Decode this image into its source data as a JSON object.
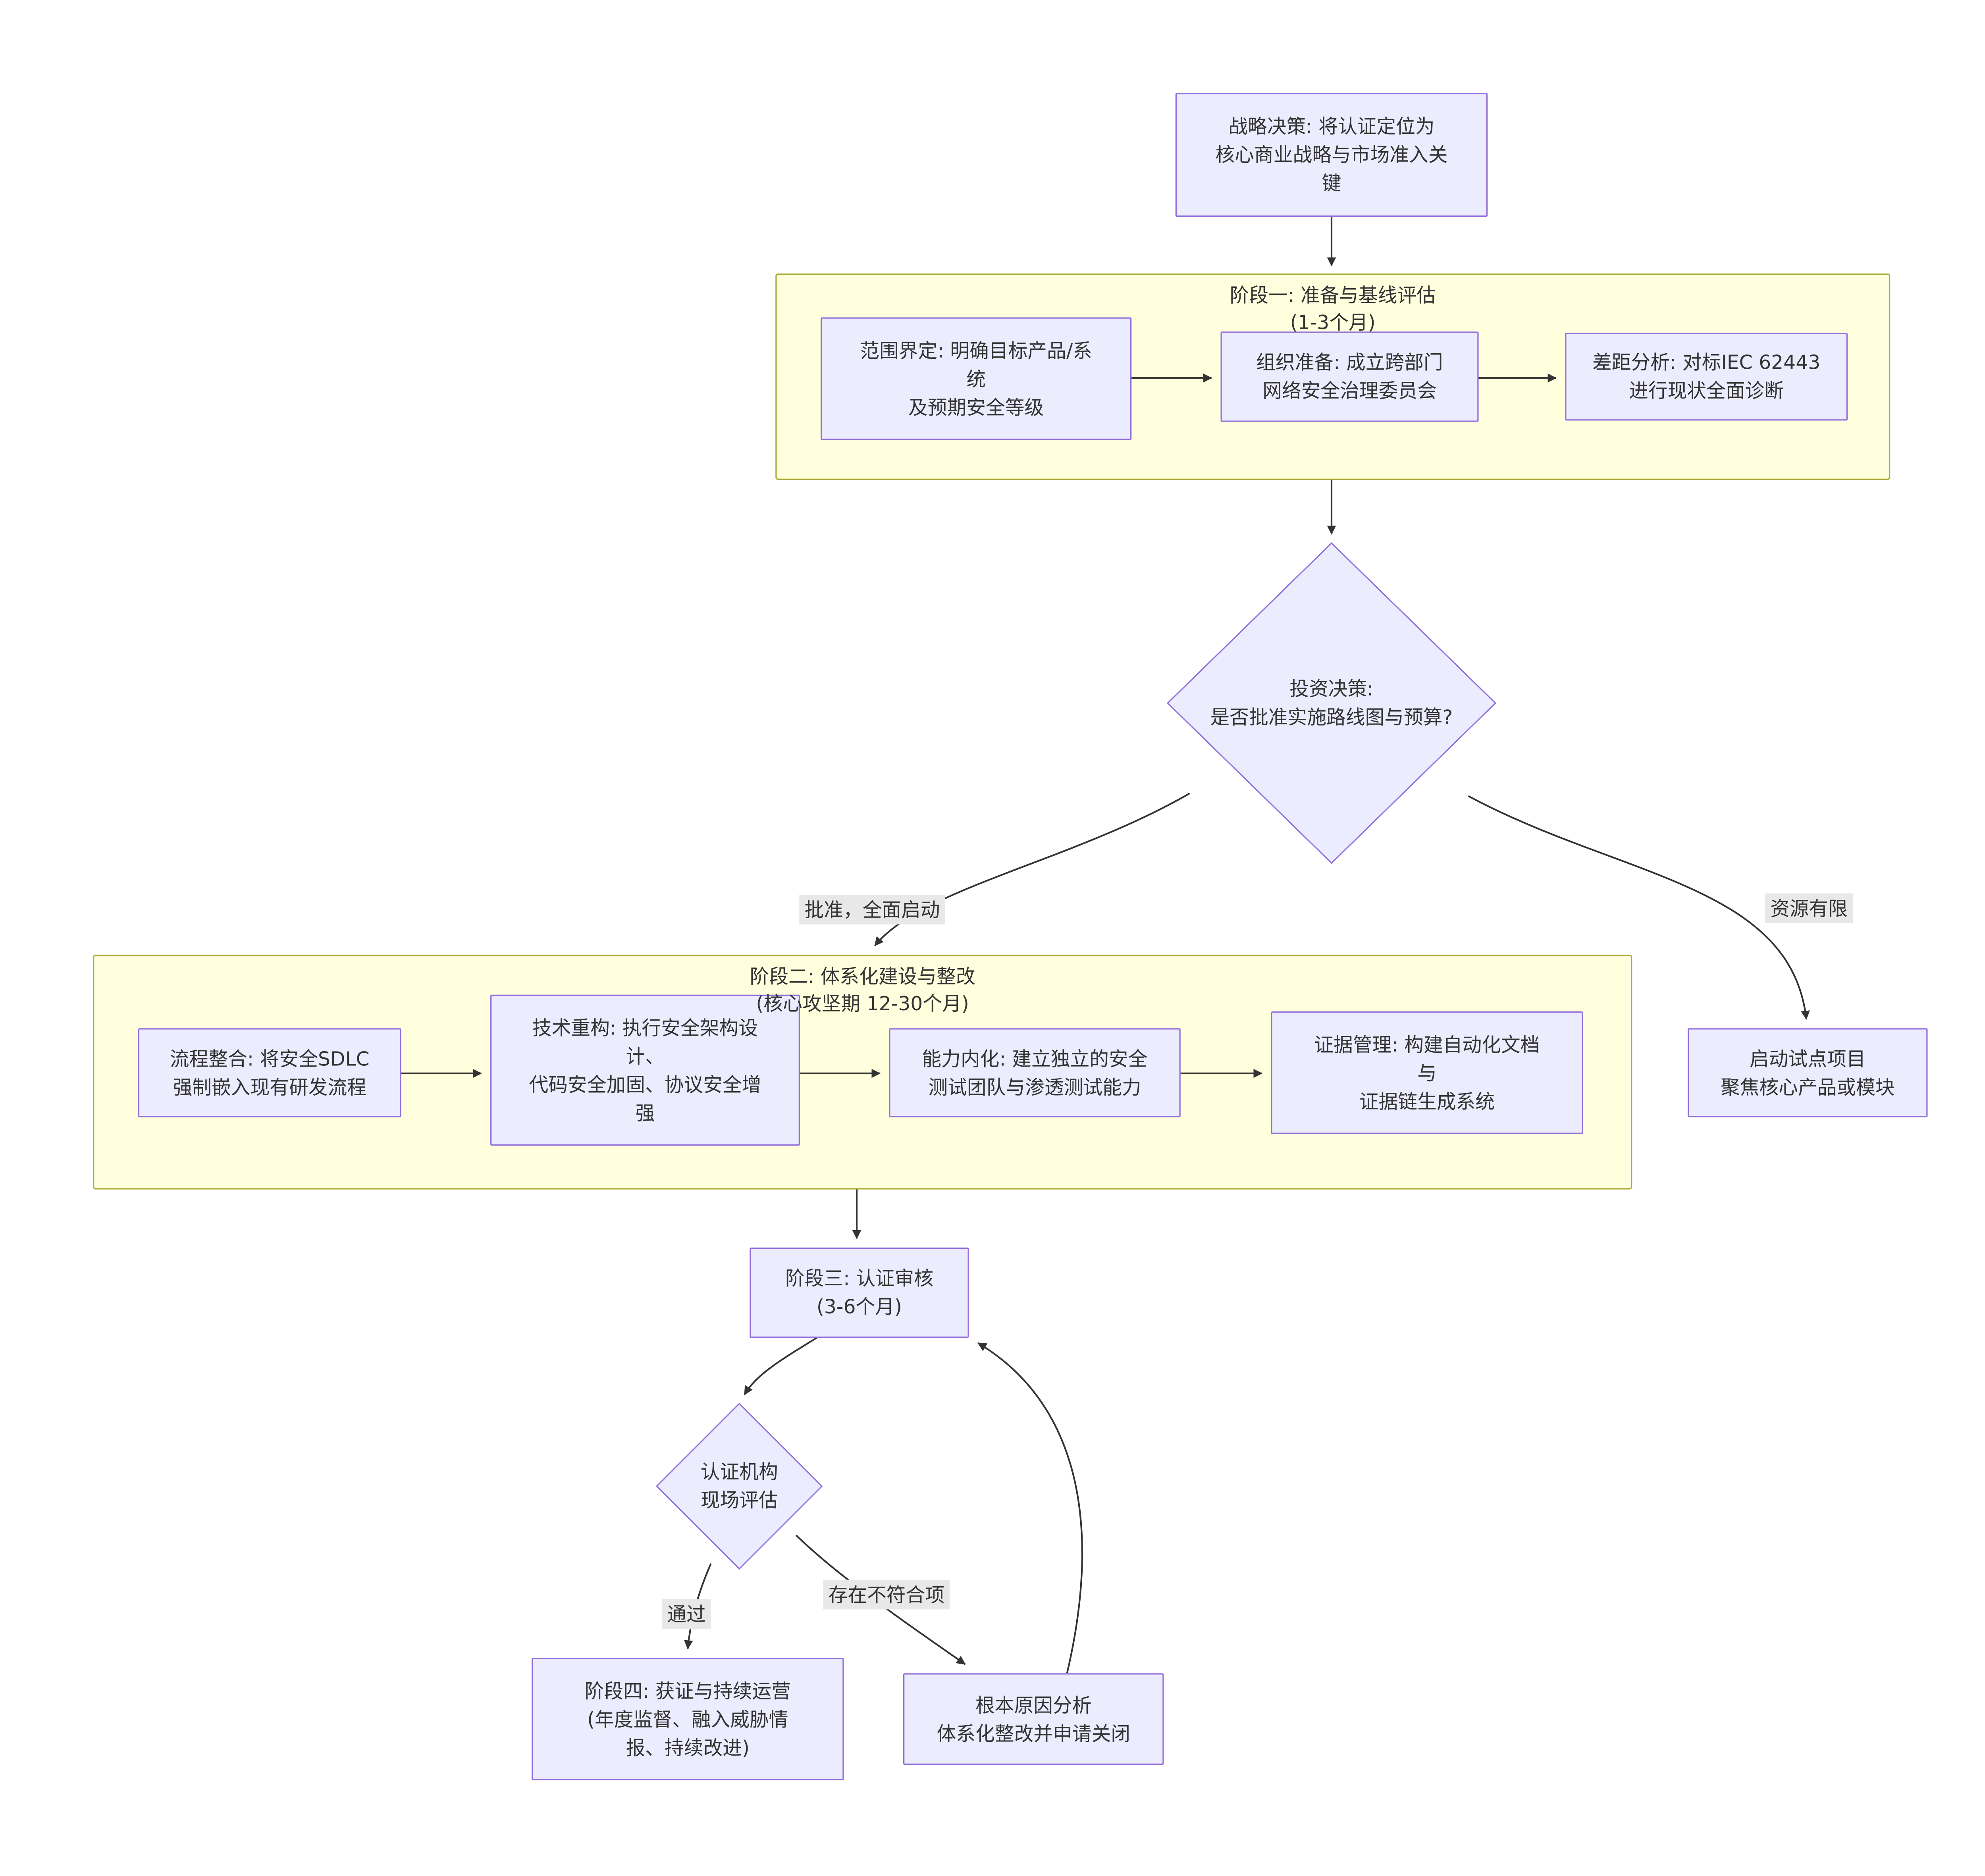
{
  "diagram": {
    "nodes": {
      "strategy": "战略决策: 将认证定位为\n核心商业战略与市场准入关\n键",
      "phase1_title": "阶段一: 准备与基线评估\n(1-3个月)",
      "scope": "范围界定: 明确目标产品/系\n统\n及预期安全等级",
      "org": "组织准备: 成立跨部门\n网络安全治理委员会",
      "gap": "差距分析: 对标IEC 62443\n进行现状全面诊断",
      "decision": "投资决策:\n是否批准实施路线图与预算?",
      "phase2_title": "阶段二: 体系化建设与整改\n(核心攻坚期 12-30个月)",
      "process": "流程整合: 将安全SDLC\n强制嵌入现有研发流程",
      "tech": "技术重构: 执行安全架构设\n计、\n代码安全加固、协议安全增\n强",
      "capability": "能力内化: 建立独立的安全\n测试团队与渗透测试能力",
      "evidence": "证据管理: 构建自动化文档\n与\n证据链生成系统",
      "pilot": "启动试点项目\n聚焦核心产品或模块",
      "phase3": "阶段三: 认证审核\n(3-6个月)",
      "assessment": "认证机构\n现场评估",
      "phase4": "阶段四: 获证与持续运营\n(年度监督、融入威胁情\n报、持续改进)",
      "rootcause": "根本原因分析\n体系化整改并申请关闭"
    },
    "edge_labels": {
      "approve": "批准，全面启动",
      "limited": "资源有限",
      "pass": "通过",
      "nonconform": "存在不符合项"
    },
    "colors": {
      "node_fill": "#ECECFF",
      "node_border": "#9370DB",
      "container_fill": "#FFFFDE",
      "container_border": "#AAAA33",
      "edge": "#333333",
      "label_bg": "#E8E8E8"
    }
  }
}
